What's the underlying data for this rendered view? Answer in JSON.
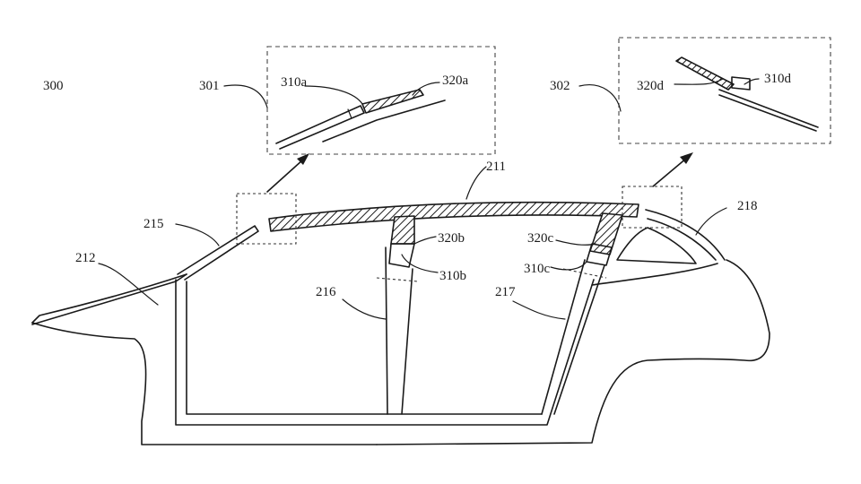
{
  "figure": {
    "labels": {
      "fig": "300",
      "detail_a": "301",
      "detail_b": "302",
      "roof": "211",
      "hood": "212",
      "windshield": "215",
      "pillar_b": "216",
      "pillar_c": "217",
      "rear_window": "218",
      "p310a": "310a",
      "p320a": "320a",
      "p310b": "310b",
      "p320b": "320b",
      "p310c": "310c",
      "p320c": "320c",
      "p310d": "310d",
      "p320d": "320d"
    }
  }
}
